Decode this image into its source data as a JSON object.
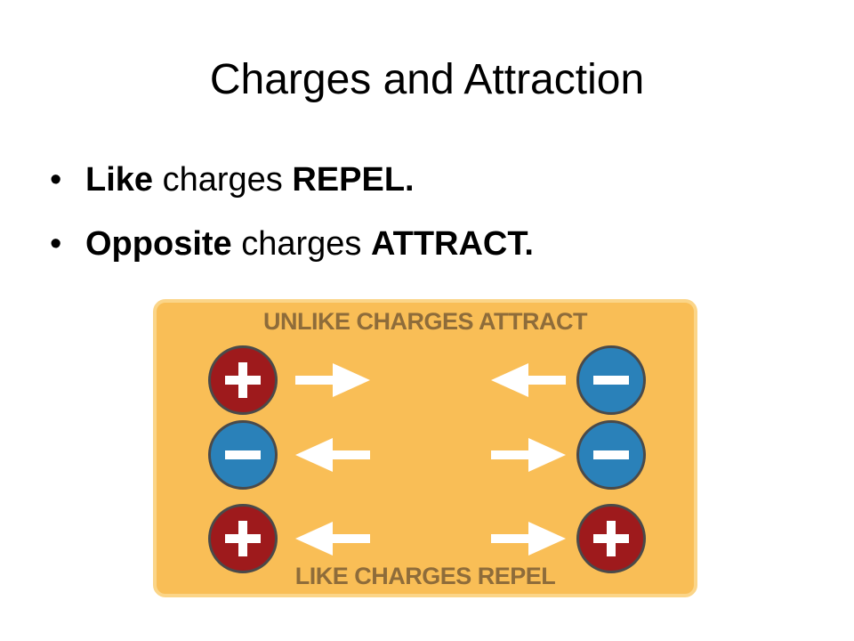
{
  "slide": {
    "title": "Charges and Attraction",
    "bullets": [
      {
        "bold1": "Like",
        "text": " charges ",
        "bold2": "REPEL."
      },
      {
        "bold1": "Opposite",
        "text": " charges ",
        "bold2": "ATTRACT."
      }
    ]
  },
  "figure": {
    "top_caption": "UNLIKE CHARGES ATTRACT",
    "bottom_caption": "LIKE CHARGES REPEL",
    "rows": [
      {
        "left_charge": "plus-icon",
        "right_charge": "minus-icon",
        "left_arrow": "right",
        "right_arrow": "left"
      },
      {
        "left_charge": "minus-icon",
        "right_charge": "minus-icon",
        "left_arrow": "left",
        "right_arrow": "right"
      },
      {
        "left_charge": "plus-icon",
        "right_charge": "plus-icon",
        "left_arrow": "left",
        "right_arrow": "right"
      }
    ],
    "colors": {
      "background": "#f9be56",
      "positive": "#9e1a1c",
      "negative": "#2a81b9",
      "caption": "#8e6c3a"
    }
  }
}
